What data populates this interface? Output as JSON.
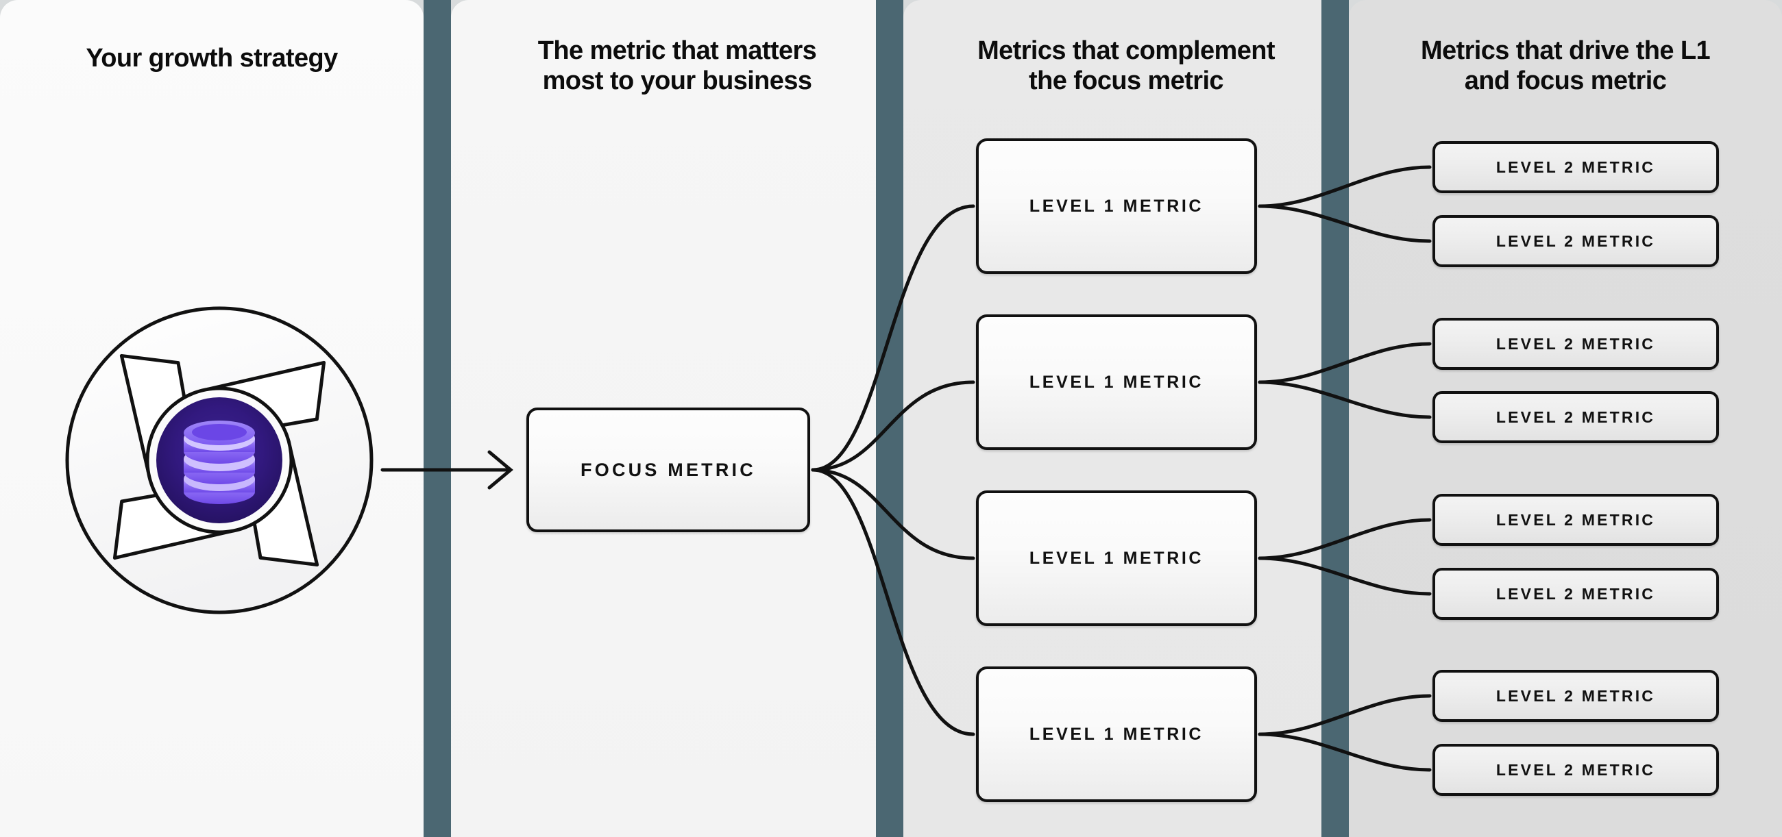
{
  "diagram": {
    "title_columns": [
      {
        "id": "growth-strategy",
        "label": "Your growth strategy"
      },
      {
        "id": "focus-metric",
        "label": "The metric that matters\nmost to your business"
      },
      {
        "id": "level-1",
        "label": "Metrics that complement\nthe focus metric"
      },
      {
        "id": "level-2",
        "label": "Metrics that drive the L1\nand focus metric"
      }
    ],
    "logo": {
      "icon": "database-icon",
      "description": "circular-aperture-graphic"
    },
    "focus_node": {
      "label": "FOCUS METRIC"
    },
    "level1_nodes": [
      {
        "label": "LEVEL 1 METRIC"
      },
      {
        "label": "LEVEL 1 METRIC"
      },
      {
        "label": "LEVEL 1 METRIC"
      },
      {
        "label": "LEVEL 1 METRIC"
      }
    ],
    "level2_nodes": [
      {
        "label": "LEVEL 2 METRIC"
      },
      {
        "label": "LEVEL 2 METRIC"
      },
      {
        "label": "LEVEL 2 METRIC"
      },
      {
        "label": "LEVEL 2 METRIC"
      },
      {
        "label": "LEVEL 2 METRIC"
      },
      {
        "label": "LEVEL 2 METRIC"
      },
      {
        "label": "LEVEL 2 METRIC"
      },
      {
        "label": "LEVEL 2 METRIC"
      }
    ],
    "colors": {
      "divider": "#4b6772",
      "node_border": "#111111",
      "logo_core": "#2e1a7a",
      "logo_accent": "#7c5cf0",
      "panel_1": "#fbfbfb",
      "panel_2": "#f5f5f5",
      "panel_3": "#e9e9e9",
      "panel_4": "#dedede"
    }
  }
}
